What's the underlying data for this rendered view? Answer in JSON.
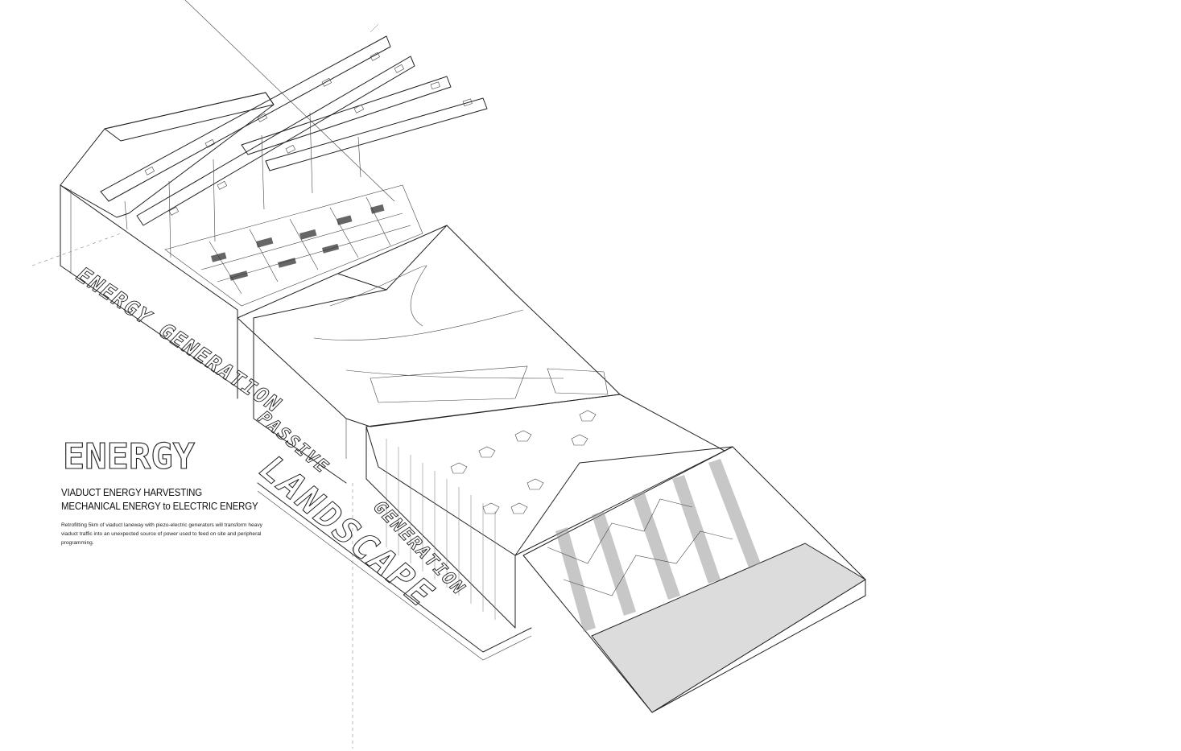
{
  "logo": {
    "text": "ENERGY"
  },
  "heading1": "VIADUCT ENERGY HARVESTING",
  "heading2": "MECHANICAL ENERGY to ELECTRIC ENERGY",
  "description": "Retrofitting 5km of viaduct laneway with piezo-electric generators will transform heavy viaduct traffic into an unexpected source of power used to feed on site and peripheral programming.",
  "diagram_labels": {
    "energy_generation": "ENERGY GENERATION",
    "passive": "PASSIVE",
    "landscape": "LANDSCAPE",
    "generation": "GENERATION"
  },
  "colors": {
    "ink": "#222222",
    "paper": "#ffffff",
    "shade": "#d9d9d9"
  }
}
